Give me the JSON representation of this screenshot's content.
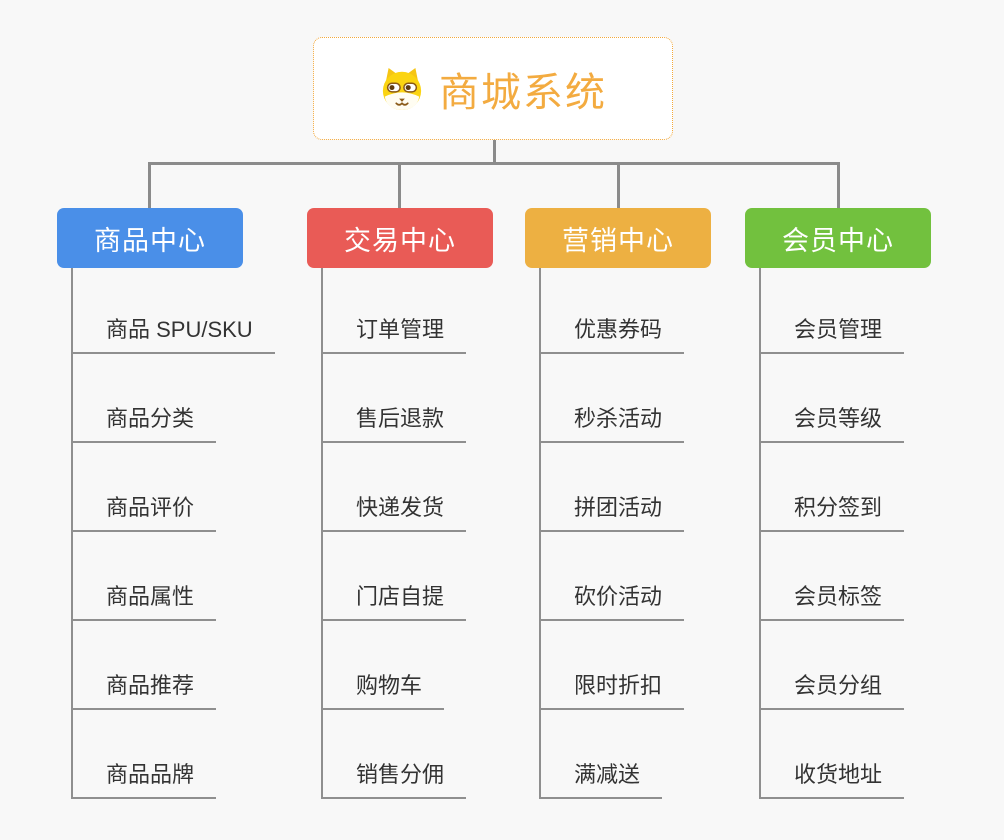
{
  "root": {
    "title": "商城系统",
    "icon": "dog-face-icon",
    "accent_color": "#f3ab40",
    "border_color": "#f3a93c"
  },
  "connector_color": "#8b8b8b",
  "background_color": "#f8f8f8",
  "branches": [
    {
      "label": "商品中心",
      "color": "#4a8fe8",
      "items": [
        "商品 SPU/SKU",
        "商品分类",
        "商品评价",
        "商品属性",
        "商品推荐",
        "商品品牌"
      ]
    },
    {
      "label": "交易中心",
      "color": "#e95b56",
      "items": [
        "订单管理",
        "售后退款",
        "快递发货",
        "门店自提",
        "购物车",
        "销售分佣"
      ]
    },
    {
      "label": "营销中心",
      "color": "#edb042",
      "items": [
        "优惠券码",
        "秒杀活动",
        "拼团活动",
        "砍价活动",
        "限时折扣",
        "满减送"
      ]
    },
    {
      "label": "会员中心",
      "color": "#72c13e",
      "items": [
        "会员管理",
        "会员等级",
        "积分签到",
        "会员标签",
        "会员分组",
        "收货地址"
      ]
    }
  ]
}
